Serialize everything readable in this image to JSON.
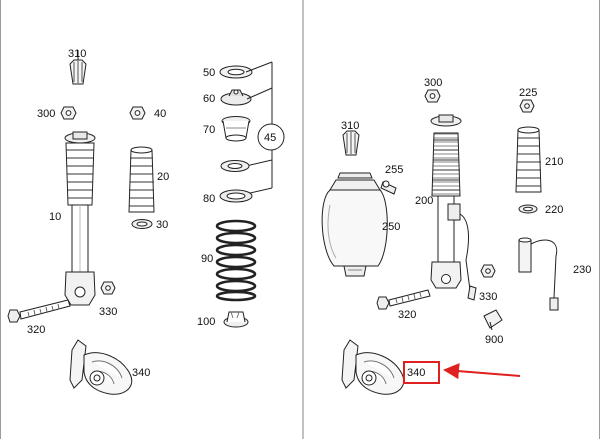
{
  "panels": {
    "left": {
      "labels": {
        "p310": "310",
        "p300": "300",
        "p40": "40",
        "p10": "10",
        "p20": "20",
        "p30": "30",
        "p320": "320",
        "p330": "330",
        "p340": "340",
        "p50": "50",
        "p60": "60",
        "p70": "70",
        "p45": "45",
        "p80": "80",
        "p90": "90",
        "p100": "100"
      }
    },
    "right": {
      "labels": {
        "p300": "300",
        "p225": "225",
        "p310": "310",
        "p255": "255",
        "p200": "200",
        "p250": "250",
        "p210": "210",
        "p220": "220",
        "p230": "230",
        "p330": "330",
        "p320": "320",
        "p900": "900",
        "p340": "340"
      }
    }
  },
  "highlight": {
    "target_label": "340",
    "color": "#e0201e"
  }
}
